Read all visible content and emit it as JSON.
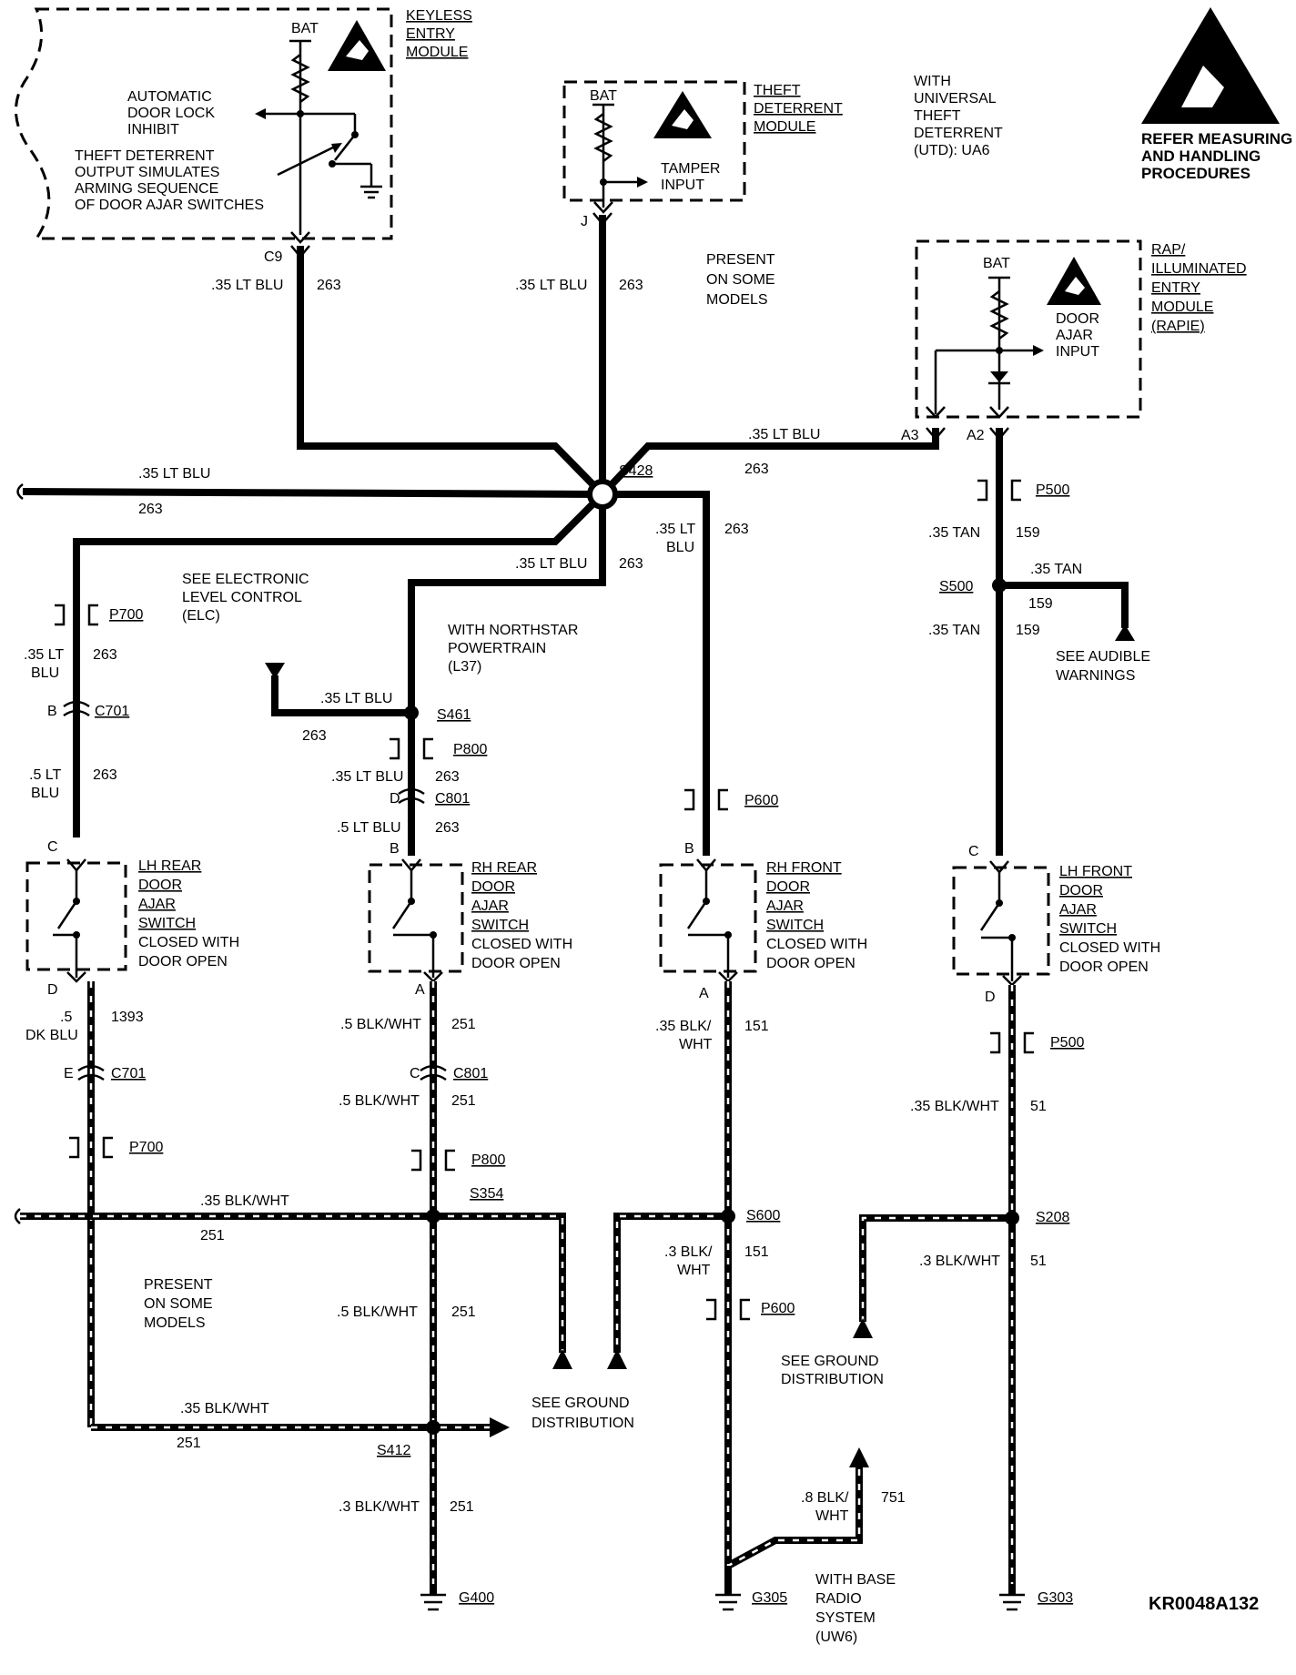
{
  "modules": {
    "keyless": [
      "KEYLESS",
      "ENTRY",
      "MODULE"
    ],
    "theft": [
      "THEFT",
      "DETERRENT",
      "MODULE"
    ],
    "rap": [
      "RAP/",
      "ILLUMINATED",
      "ENTRY",
      "MODULE",
      "(RAPIE)"
    ]
  },
  "bat": "BAT",
  "notes": {
    "auto_lock": [
      "AUTOMATIC",
      "DOOR LOCK",
      "INHIBIT"
    ],
    "theft_output": [
      "THEFT DETERRENT",
      "OUTPUT SIMULATES",
      "ARMING SEQUENCE",
      "OF DOOR AJAR SWITCHES"
    ],
    "tamper": [
      "TAMPER",
      "INPUT"
    ],
    "door_ajar_input": [
      "DOOR",
      "AJAR",
      "INPUT"
    ],
    "with_utd": [
      "WITH",
      "UNIVERSAL",
      "THEFT",
      "DETERRENT",
      "(UTD): UA6"
    ],
    "refer": [
      "REFER MEASURING",
      "AND HANDLING",
      "PROCEDURES"
    ],
    "present_top": [
      "PRESENT",
      "ON SOME",
      "MODELS"
    ],
    "present_bottom": [
      "PRESENT",
      "ON SOME",
      "MODELS"
    ],
    "see_elc": [
      "SEE ELECTRONIC",
      "LEVEL CONTROL",
      "(ELC)"
    ],
    "northstar": [
      "WITH NORTHSTAR",
      "POWERTRAIN",
      "(L37)"
    ],
    "audible": [
      "SEE AUDIBLE",
      "WARNINGS"
    ],
    "ground1": [
      "SEE GROUND",
      "DISTRIBUTION"
    ],
    "ground2": [
      "SEE GROUND",
      "DISTRIBUTION"
    ],
    "base_radio": [
      "WITH BASE",
      "RADIO",
      "SYSTEM",
      "(UW6)"
    ],
    "code": "KR0048A132"
  },
  "switches": {
    "lh_rear": [
      "LH REAR",
      "DOOR",
      "AJAR",
      "SWITCH",
      "CLOSED WITH",
      "DOOR OPEN"
    ],
    "rh_rear": [
      "RH REAR",
      "DOOR",
      "AJAR",
      "SWITCH",
      "CLOSED WITH",
      "DOOR OPEN"
    ],
    "rh_front": [
      "RH FRONT",
      "DOOR",
      "AJAR",
      "SWITCH",
      "CLOSED WITH",
      "DOOR OPEN"
    ],
    "lh_front": [
      "LH FRONT",
      "DOOR",
      "AJAR",
      "SWITCH",
      "CLOSED WITH",
      "DOOR OPEN"
    ]
  },
  "pins": {
    "c9": "C9",
    "j": "J",
    "a3": "A3",
    "a2": "A2",
    "b_lhr": "B",
    "c_lhr": "C",
    "d_lhr": "D",
    "e_lhr": "E",
    "d_rhr": "D",
    "b_rhr": "B",
    "a_rhr": "A",
    "c_rhr": "C",
    "b_rhf": "B",
    "a_rhf": "A",
    "c_lhf": "C",
    "d_lhf": "D"
  },
  "connectors": {
    "p700a": "P700",
    "c701a": "C701",
    "c701b": "C701",
    "p700b": "P700",
    "p800a": "P800",
    "c801a": "C801",
    "c801b": "C801",
    "p800b": "P800",
    "p600a": "P600",
    "p600b": "P600",
    "p500a": "P500",
    "p500b": "P500"
  },
  "splices": {
    "s428": "S428",
    "s461": "S461",
    "s500": "S500",
    "s354": "S354",
    "s412": "S412",
    "s600": "S600",
    "s208": "S208"
  },
  "grounds": {
    "g400": "G400",
    "g305": "G305",
    "g303": "G303"
  },
  "wires": {
    "w1": [
      ".35 LT BLU",
      "263"
    ],
    "w2": [
      ".35 LT BLU",
      "263"
    ],
    "w3": [
      ".35 LT BLU",
      "263"
    ],
    "w4": [
      ".35 LT BLU",
      "263"
    ],
    "w5": [
      ".35 LT BLU",
      "263"
    ],
    "w6": [
      ".35 LT",
      "BLU",
      "263"
    ],
    "w7": [
      ".35 LT",
      "BLU",
      "263"
    ],
    "w8": [
      ".5 LT",
      "BLU",
      "263"
    ],
    "w9": [
      ".35 LT BLU",
      "263"
    ],
    "w10": [
      ".35 LT BLU",
      "263"
    ],
    "w11": [
      ".5 LT BLU",
      "263"
    ],
    "w12": [
      ".35 TAN",
      "159"
    ],
    "w13": [
      ".35 TAN",
      "159"
    ],
    "w14": [
      ".35 TAN",
      "159"
    ],
    "b1": [
      ".5",
      "DK BLU",
      "1393"
    ],
    "b2": [
      ".5 BLK/WHT",
      "251"
    ],
    "b3": [
      ".5 BLK/WHT",
      "251"
    ],
    "b4": [
      ".35 BLK/",
      "WHT",
      "151"
    ],
    "b5": [
      ".35 BLK/WHT",
      "51"
    ],
    "b6": [
      ".35 BLK/WHT",
      "251"
    ],
    "b7": [
      ".5 BLK/WHT",
      "251"
    ],
    "b8": [
      ".35 BLK/WHT",
      "251"
    ],
    "b9": [
      ".3 BLK/WHT",
      "251"
    ],
    "b10": [
      ".3 BLK/",
      "WHT",
      "151"
    ],
    "b11": [
      ".3 BLK/WHT",
      "51"
    ],
    "b12": [
      ".8 BLK/",
      "WHT",
      "751"
    ]
  }
}
